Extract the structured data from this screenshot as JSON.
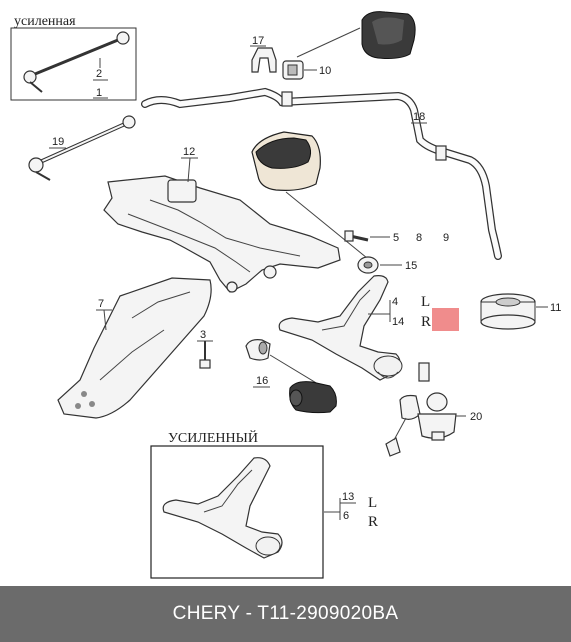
{
  "diagram": {
    "labels": {
      "reinforced_f": "усиленная",
      "reinforced_m": "УСИЛЕННЫЙ",
      "left": "L",
      "right": "R"
    },
    "callouts": [
      "1",
      "2",
      "3",
      "4",
      "5",
      "6",
      "7",
      "8",
      "9",
      "10",
      "11",
      "12",
      "13",
      "14",
      "15",
      "16",
      "17",
      "18",
      "19",
      "20"
    ],
    "highlight_color": "#f08c8c"
  },
  "footer": {
    "caption": "CHERY - T11-2909020BA"
  }
}
